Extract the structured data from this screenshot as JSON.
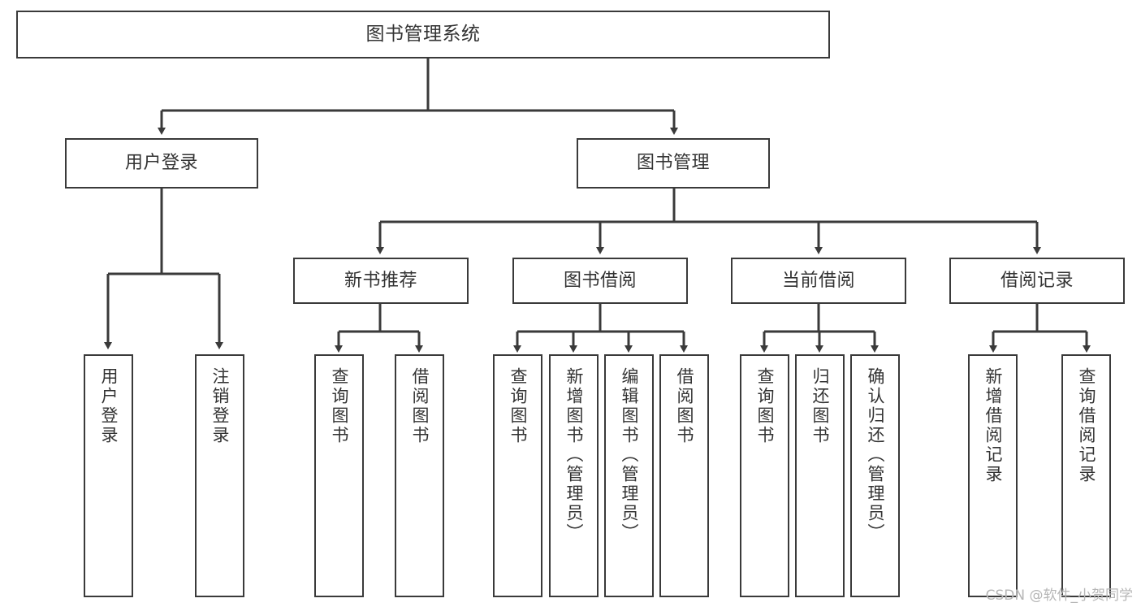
{
  "diagram": {
    "type": "tree-hierarchy-chart",
    "title": "图书管理系统",
    "stroke_color": "#3a3a3a",
    "text_color": "#333333",
    "background_color": "#ffffff",
    "levels": [
      {
        "level": 1,
        "nodes": [
          {
            "id": "root",
            "label": "图书管理系统",
            "orientation": "horizontal"
          }
        ]
      },
      {
        "level": 2,
        "nodes": [
          {
            "id": "user-login",
            "label": "用户登录",
            "orientation": "horizontal"
          },
          {
            "id": "book-manage",
            "label": "图书管理",
            "orientation": "horizontal"
          }
        ]
      },
      {
        "level": 3,
        "nodes": [
          {
            "id": "new-book-rec",
            "label": "新书推荐",
            "orientation": "horizontal"
          },
          {
            "id": "book-borrow",
            "label": "图书借阅",
            "orientation": "horizontal"
          },
          {
            "id": "current-borrow",
            "label": "当前借阅",
            "orientation": "horizontal"
          },
          {
            "id": "borrow-record",
            "label": "借阅记录",
            "orientation": "horizontal"
          }
        ]
      },
      {
        "level": 4,
        "nodes": [
          {
            "id": "leaf-user-login",
            "label": "用户登录",
            "orientation": "vertical",
            "parent": "user-login"
          },
          {
            "id": "leaf-user-logout",
            "label": "注销登录",
            "orientation": "vertical",
            "parent": "user-login"
          },
          {
            "id": "leaf-query-book-1",
            "label": "查询图书",
            "orientation": "vertical",
            "parent": "new-book-rec"
          },
          {
            "id": "leaf-borrow-book-1",
            "label": "借阅图书",
            "orientation": "vertical",
            "parent": "new-book-rec"
          },
          {
            "id": "leaf-query-book-2",
            "label": "查询图书",
            "orientation": "vertical",
            "parent": "book-borrow"
          },
          {
            "id": "leaf-add-book",
            "label": "新增图书（管理员）",
            "orientation": "vertical",
            "parent": "book-borrow"
          },
          {
            "id": "leaf-edit-book",
            "label": "编辑图书（管理员）",
            "orientation": "vertical",
            "parent": "book-borrow"
          },
          {
            "id": "leaf-borrow-book-2",
            "label": "借阅图书",
            "orientation": "vertical",
            "parent": "book-borrow"
          },
          {
            "id": "leaf-query-book-3",
            "label": "查询图书",
            "orientation": "vertical",
            "parent": "current-borrow"
          },
          {
            "id": "leaf-return-book",
            "label": "归还图书",
            "orientation": "vertical",
            "parent": "current-borrow"
          },
          {
            "id": "leaf-confirm-return",
            "label": "确认归还（管理员）",
            "orientation": "vertical",
            "parent": "current-borrow"
          },
          {
            "id": "leaf-add-record",
            "label": "新增借阅记录",
            "orientation": "vertical",
            "parent": "borrow-record"
          },
          {
            "id": "leaf-query-record",
            "label": "查询借阅记录",
            "orientation": "vertical",
            "parent": "borrow-record"
          }
        ]
      }
    ]
  },
  "watermark": {
    "text": "CSDN @软件_小贺同学"
  }
}
